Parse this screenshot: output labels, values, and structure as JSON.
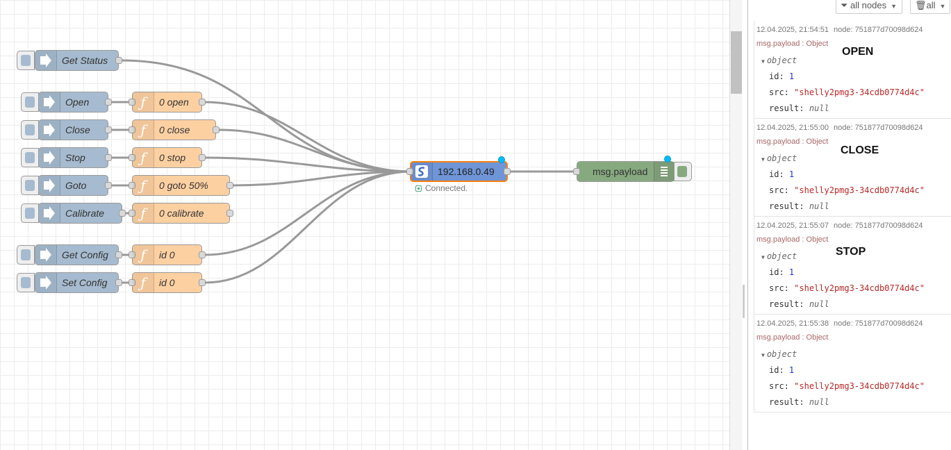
{
  "flow": {
    "inject_nodes": [
      {
        "label": "Get Status"
      },
      {
        "label": "Open"
      },
      {
        "label": "Close"
      },
      {
        "label": "Stop"
      },
      {
        "label": "Goto"
      },
      {
        "label": "Calibrate"
      },
      {
        "label": "Get Config"
      },
      {
        "label": "Set Config"
      }
    ],
    "function_nodes": [
      {
        "label": "0 open"
      },
      {
        "label": "0 close"
      },
      {
        "label": "0 stop"
      },
      {
        "label": "0 goto 50%"
      },
      {
        "label": "0 calibrate"
      },
      {
        "label": "id 0"
      },
      {
        "label": "id 0"
      }
    ],
    "websocket_node": {
      "label": "192.168.0.49",
      "status": "Connected."
    },
    "debug_node": {
      "label": "msg.payload"
    }
  },
  "sidebar": {
    "filter_nodes": "all nodes",
    "clear_filter": "all",
    "messages": [
      {
        "time": "12.04.2025, 21:54:51",
        "node": "node: 751877d70098d624",
        "topic": "msg.payload : Object",
        "type": "object",
        "id_key": "id:",
        "id_val": "1",
        "src_key": "src:",
        "src_val": "\"shelly2pmg3-34cdb0774d4c\"",
        "result_key": "result:",
        "result_val": "null",
        "annotation": "OPEN"
      },
      {
        "time": "12.04.2025, 21:55:00",
        "node": "node: 751877d70098d624",
        "topic": "msg.payload : Object",
        "type": "object",
        "id_key": "id:",
        "id_val": "1",
        "src_key": "src:",
        "src_val": "\"shelly2pmg3-34cdb0774d4c\"",
        "result_key": "result:",
        "result_val": "null",
        "annotation": "CLOSE"
      },
      {
        "time": "12.04.2025, 21:55:07",
        "node": "node: 751877d70098d624",
        "topic": "msg.payload : Object",
        "type": "object",
        "id_key": "id:",
        "id_val": "1",
        "src_key": "src:",
        "src_val": "\"shelly2pmg3-34cdb0774d4c\"",
        "result_key": "result:",
        "result_val": "null",
        "annotation": "STOP"
      },
      {
        "time": "12.04.2025, 21:55:38",
        "node": "node: 751877d70098d624",
        "topic": "msg.payload : Object",
        "type": "object",
        "id_key": "id:",
        "id_val": "1",
        "src_key": "src:",
        "src_val": "\"shelly2pmg3-34cdb0774d4c\"",
        "result_key": "result:",
        "result_val": "null",
        "annotation": ""
      }
    ]
  }
}
